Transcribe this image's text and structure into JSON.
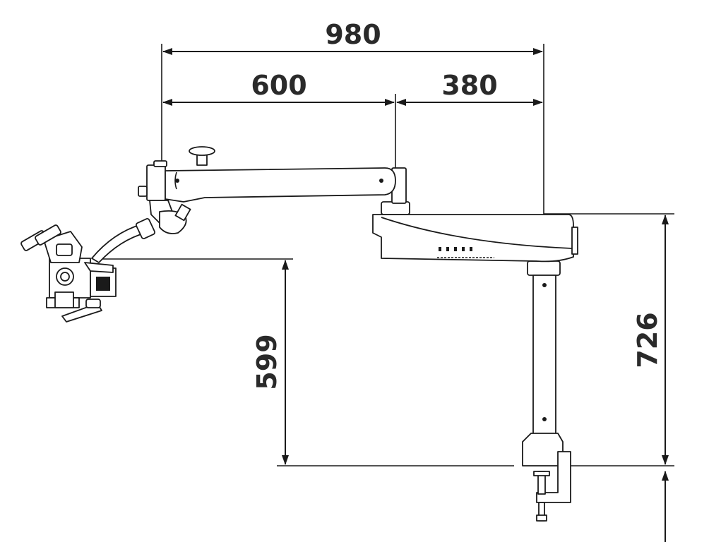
{
  "dimensions": {
    "total_reach": "980",
    "front_arm": "600",
    "rear_arm": "380",
    "optics_height": "599",
    "column_height": "726"
  }
}
